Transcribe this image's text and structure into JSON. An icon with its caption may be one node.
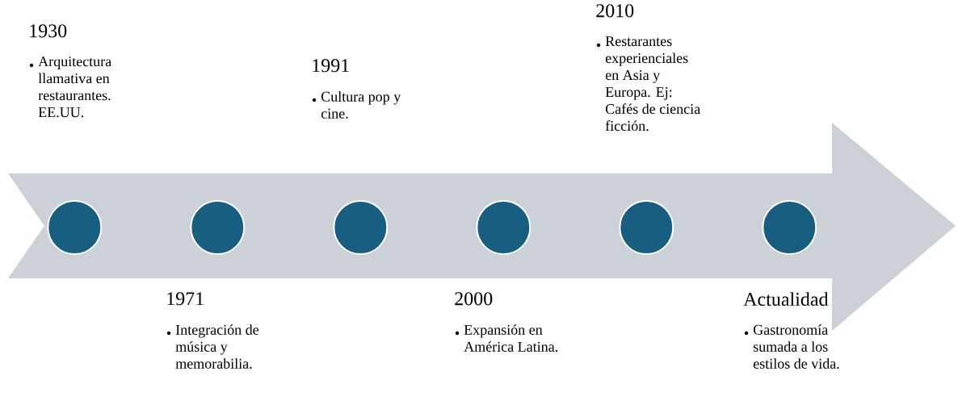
{
  "diagram": {
    "nodes": [
      {
        "text": [],
        "shape": "arrow"
      },
      {
        "text": [],
        "shape": "circle",
        "in": 0,
        "beside": [
          "1930",
          "Arquitectura llamativa en restaurantes. EE.UU."
        ]
      },
      {
        "text": [],
        "shape": "circle",
        "in": 0,
        "beside": [
          "1971",
          "Integración de música y memorabilia."
        ]
      },
      {
        "text": [],
        "shape": "circle",
        "in": 0,
        "beside": [
          "1991",
          "Cultura pop y cine."
        ]
      },
      {
        "text": [],
        "shape": "circle",
        "in": 0,
        "beside": [
          "2000",
          "Expansión en América Latina."
        ]
      },
      {
        "text": [],
        "shape": "circle",
        "in": 0,
        "beside": [
          "2010",
          "Restarantes experienciales en Asia y Europa. Ej: Cafés de ciencia ficción."
        ]
      },
      {
        "text": [],
        "shape": "circle",
        "in": 0,
        "beside": [
          "Actualidad",
          "Gastronomía sumada a los estilos de vida."
        ]
      }
    ]
  }
}
